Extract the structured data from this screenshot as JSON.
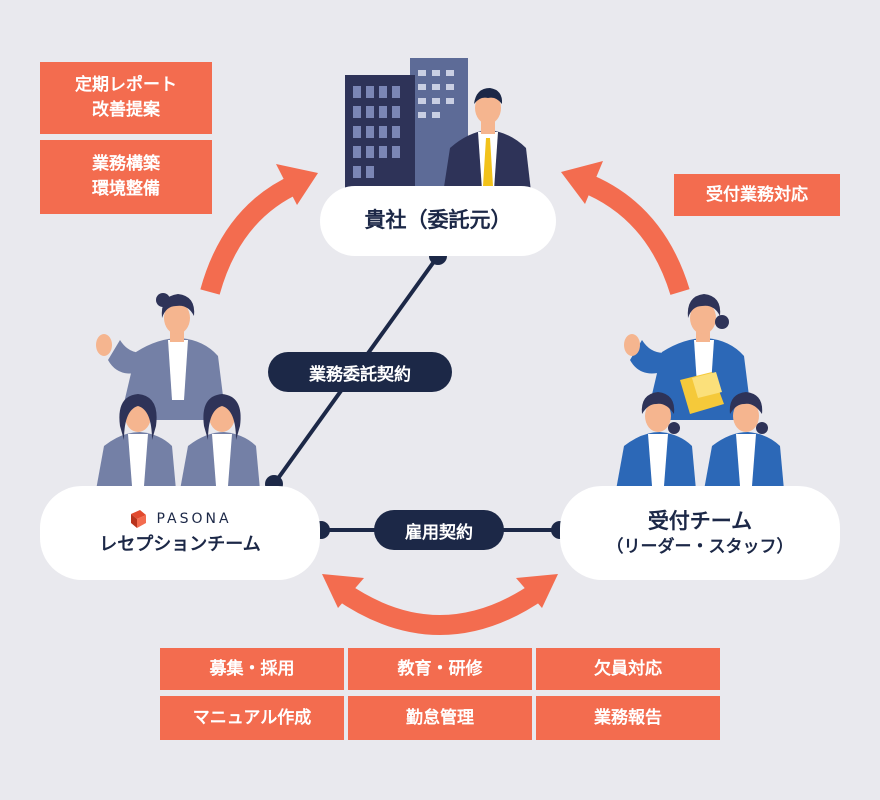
{
  "nodes": {
    "client": {
      "label": "貴社（委託元）"
    },
    "pasona": {
      "brand": "PASONA",
      "label": "レセプションチーム"
    },
    "reception": {
      "label": "受付チーム",
      "sub": "（リーダー・スタッフ）"
    }
  },
  "contracts": {
    "outsourcing": "業務委託契約",
    "employment": "雇用契約"
  },
  "left_badges": [
    {
      "line1": "定期レポート",
      "line2": "改善提案"
    },
    {
      "line1": "業務構築",
      "line2": "環境整備"
    }
  ],
  "right_badge": "受付業務対応",
  "bottom_grid": [
    "募集・採用",
    "教育・研修",
    "欠員対応",
    "マニュアル作成",
    "勤怠管理",
    "業務報告"
  ],
  "colors": {
    "accent": "#f36c4f",
    "navy": "#1c2847",
    "background": "#e9e9ee"
  }
}
